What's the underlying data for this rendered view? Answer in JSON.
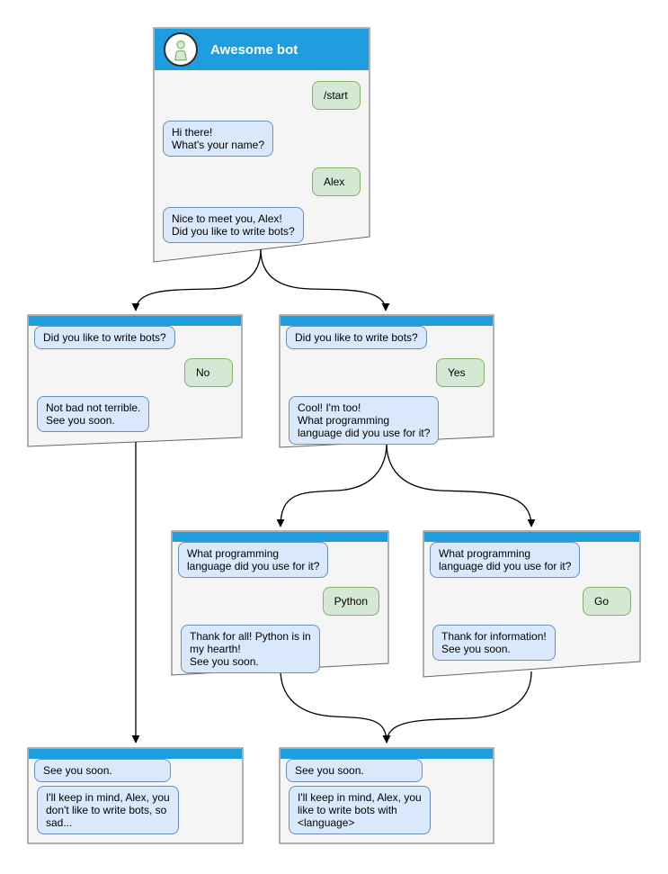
{
  "colors": {
    "header_blue": "#1E9EDE",
    "window_fill": "#F5F5F5",
    "window_border": "#666666",
    "bot_bubble_fill": "#DAE8FC",
    "bot_bubble_border": "#6C8EBF",
    "user_bubble_fill": "#D5E8D4",
    "user_bubble_border": "#82B366",
    "arrow": "#000000"
  },
  "icons": {
    "avatar": "person-icon"
  },
  "root_window": {
    "title": "Awesome bot",
    "messages": [
      {
        "from": "user",
        "text": "/start"
      },
      {
        "from": "bot",
        "text": "Hi there!\nWhat's your name?"
      },
      {
        "from": "user",
        "text": "Alex"
      },
      {
        "from": "bot",
        "text": "Nice to meet you, Alex!\nDid you like to write bots?"
      }
    ]
  },
  "branch_no": {
    "messages": [
      {
        "from": "bot",
        "text": "Did you like to write bots?"
      },
      {
        "from": "user",
        "text": "No"
      },
      {
        "from": "bot",
        "text": "Not bad not terrible.\nSee you soon."
      }
    ]
  },
  "branch_yes": {
    "messages": [
      {
        "from": "bot",
        "text": "Did you like to write bots?"
      },
      {
        "from": "user",
        "text": "Yes"
      },
      {
        "from": "bot",
        "text": "Cool! I'm too!\nWhat programming\nlanguage did you use for it?"
      }
    ]
  },
  "branch_python": {
    "messages": [
      {
        "from": "bot",
        "text": "What programming\nlanguage did you use for it?"
      },
      {
        "from": "user",
        "text": "Python"
      },
      {
        "from": "bot",
        "text": "Thank for all! Python is in\nmy hearth!\nSee you soon."
      }
    ]
  },
  "branch_go": {
    "messages": [
      {
        "from": "bot",
        "text": "What programming\nlanguage did you use for it?"
      },
      {
        "from": "user",
        "text": "Go"
      },
      {
        "from": "bot",
        "text": "Thank for information!\nSee you soon."
      }
    ]
  },
  "end_no": {
    "messages": [
      {
        "from": "bot",
        "text": "See you soon."
      },
      {
        "from": "bot",
        "text": "I'll keep in mind, Alex, you\ndon't like to write bots, so\nsad..."
      }
    ]
  },
  "end_language": {
    "messages": [
      {
        "from": "bot",
        "text": "See you soon."
      },
      {
        "from": "bot",
        "text": "I'll keep in mind, Alex, you\nlike to write bots with\n<language>"
      }
    ]
  }
}
